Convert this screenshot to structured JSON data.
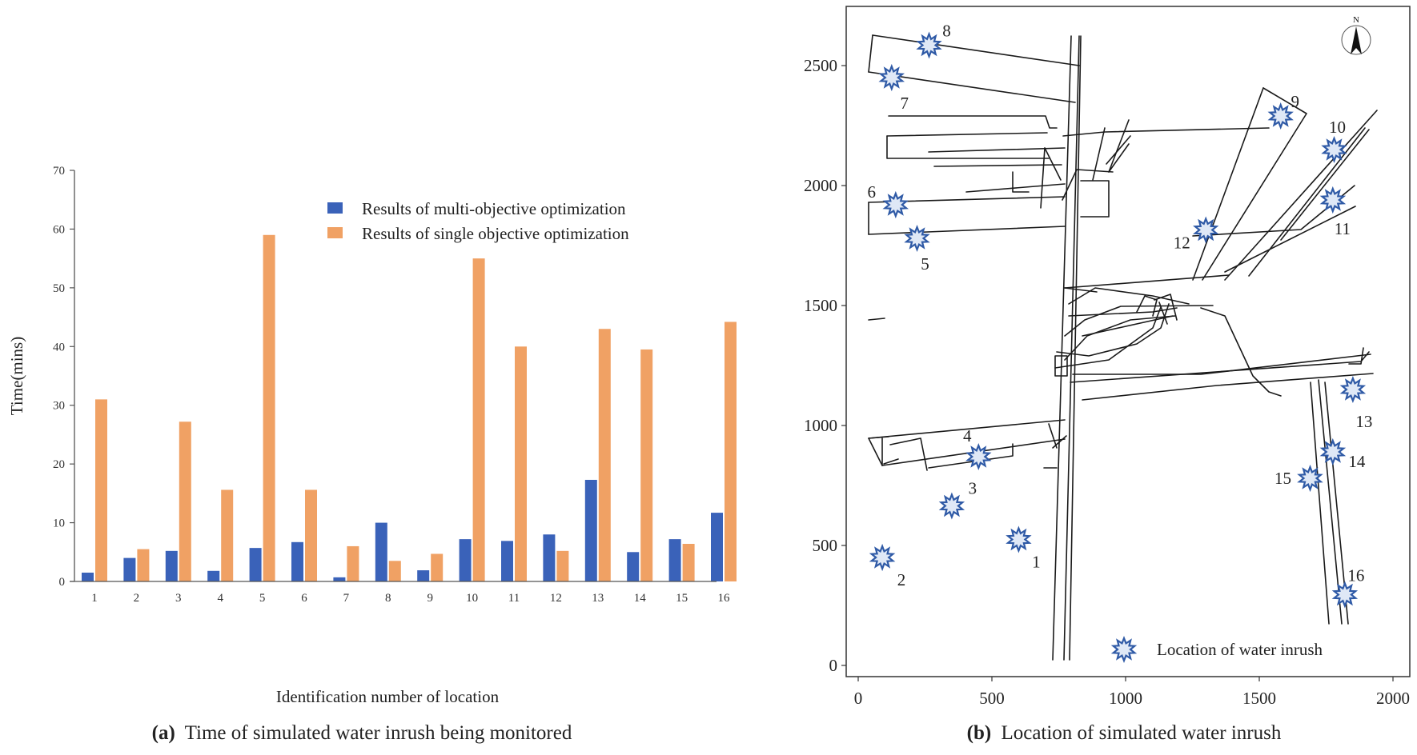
{
  "colors": {
    "multi": "#3a62b9",
    "single": "#f0a164",
    "map_line": "#1a1a1a",
    "marker": "#2f5aa6"
  },
  "panel_a": {
    "caption_prefix": "(a)",
    "caption_text": "Time of simulated water inrush being monitored",
    "legend": [
      "Results of multi-objective optimization",
      "Results of single objective optimization"
    ]
  },
  "panel_b": {
    "caption_prefix": "(b)",
    "caption_text": "Location of simulated water inrush",
    "legend_label": "Location of water inrush",
    "north_label": "N"
  },
  "chart_data": [
    {
      "type": "bar",
      "xlabel": "Identification number of location",
      "ylabel": "Time(mins)",
      "ylim": [
        0,
        70
      ],
      "yticks": [
        0,
        10,
        20,
        30,
        40,
        50,
        60,
        70
      ],
      "categories": [
        "1",
        "2",
        "3",
        "4",
        "5",
        "6",
        "7",
        "8",
        "9",
        "10",
        "11",
        "12",
        "13",
        "14",
        "15",
        "16"
      ],
      "series": [
        {
          "name": "Results of multi-objective optimization",
          "values": [
            1.5,
            4,
            5.2,
            1.8,
            5.7,
            6.7,
            0.7,
            10,
            1.9,
            7.2,
            6.9,
            8,
            17.3,
            5,
            7.2,
            11.7
          ]
        },
        {
          "name": "Results of single objective optimization",
          "values": [
            31,
            5.5,
            27.2,
            15.6,
            59,
            15.6,
            6,
            3.5,
            4.7,
            55,
            40,
            5.2,
            43,
            39.5,
            6.4,
            44.2
          ]
        }
      ],
      "legend_position": "top-right",
      "grid": false
    },
    {
      "type": "scatter",
      "xlim": [
        0,
        2000
      ],
      "ylim": [
        0,
        2650
      ],
      "xticks": [
        0,
        500,
        1000,
        1500,
        2000
      ],
      "yticks": [
        0,
        500,
        1000,
        1500,
        2000,
        2500
      ],
      "xlabel": "",
      "ylabel": "",
      "points": [
        {
          "label": "1",
          "x": 600,
          "y": 525
        },
        {
          "label": "2",
          "x": 90,
          "y": 450
        },
        {
          "label": "3",
          "x": 350,
          "y": 665
        },
        {
          "label": "4",
          "x": 450,
          "y": 870
        },
        {
          "label": "5",
          "x": 220,
          "y": 1780
        },
        {
          "label": "6",
          "x": 140,
          "y": 1920
        },
        {
          "label": "7",
          "x": 125,
          "y": 2450
        },
        {
          "label": "8",
          "x": 265,
          "y": 2585
        },
        {
          "label": "9",
          "x": 1580,
          "y": 2290
        },
        {
          "label": "10",
          "x": 1780,
          "y": 2150
        },
        {
          "label": "11",
          "x": 1775,
          "y": 1940
        },
        {
          "label": "12",
          "x": 1300,
          "y": 1815
        },
        {
          "label": "13",
          "x": 1850,
          "y": 1150
        },
        {
          "label": "14",
          "x": 1775,
          "y": 890
        },
        {
          "label": "15",
          "x": 1690,
          "y": 780
        },
        {
          "label": "16",
          "x": 1820,
          "y": 295
        }
      ],
      "legend_position": "bottom-right"
    }
  ]
}
